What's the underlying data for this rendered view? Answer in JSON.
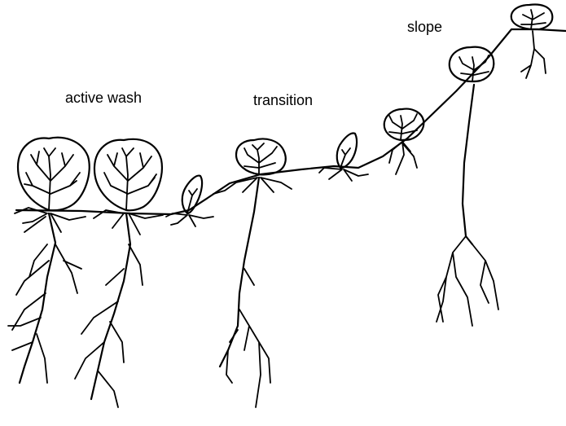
{
  "labels": {
    "active_wash": "active wash",
    "transition": "transition",
    "slope": "slope"
  },
  "colors": {
    "ink": "#000000",
    "background": "#ffffff"
  }
}
